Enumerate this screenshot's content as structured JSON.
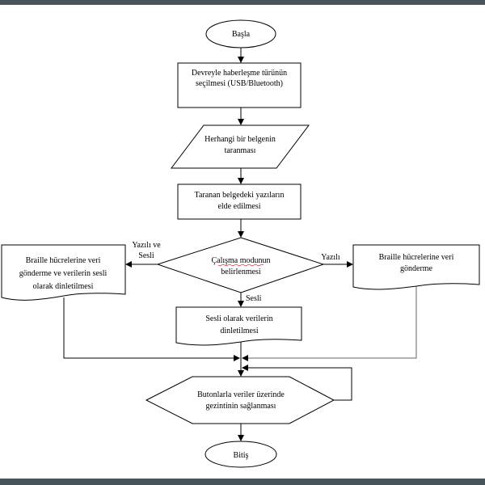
{
  "nodes": {
    "start": "Başla",
    "select_comm": [
      "Devreyle haberleşme türünün",
      "seçilmesi (USB/Bluetooth)"
    ],
    "scan_doc": [
      "Herhangi bir belgenin",
      "taranması"
    ],
    "get_text": [
      "Taranan belgedeki yazıların",
      "elde edilmesi"
    ],
    "mode_decision": [
      "Çalışma modunun",
      "belirlenmesi"
    ],
    "braille_and_audio": [
      "Braille hücrelerine veri",
      "gönderme ve verilerin sesli",
      "olarak dinletilmesi"
    ],
    "braille_only": [
      "Braille hücrelerine veri",
      "gönderme"
    ],
    "audio_only": [
      "Sesli olarak verilerin",
      "dinletilmesi"
    ],
    "navigate": [
      "Butonlarla veriler üzerinde",
      "gezintinin sağlanması"
    ],
    "end": "Bitiş"
  },
  "edge_labels": {
    "left": [
      "Yazılı ve",
      "Sesli"
    ],
    "right": "Yazılı",
    "down": "Sesli"
  },
  "colors": {
    "frame_bar": "#47545a"
  }
}
